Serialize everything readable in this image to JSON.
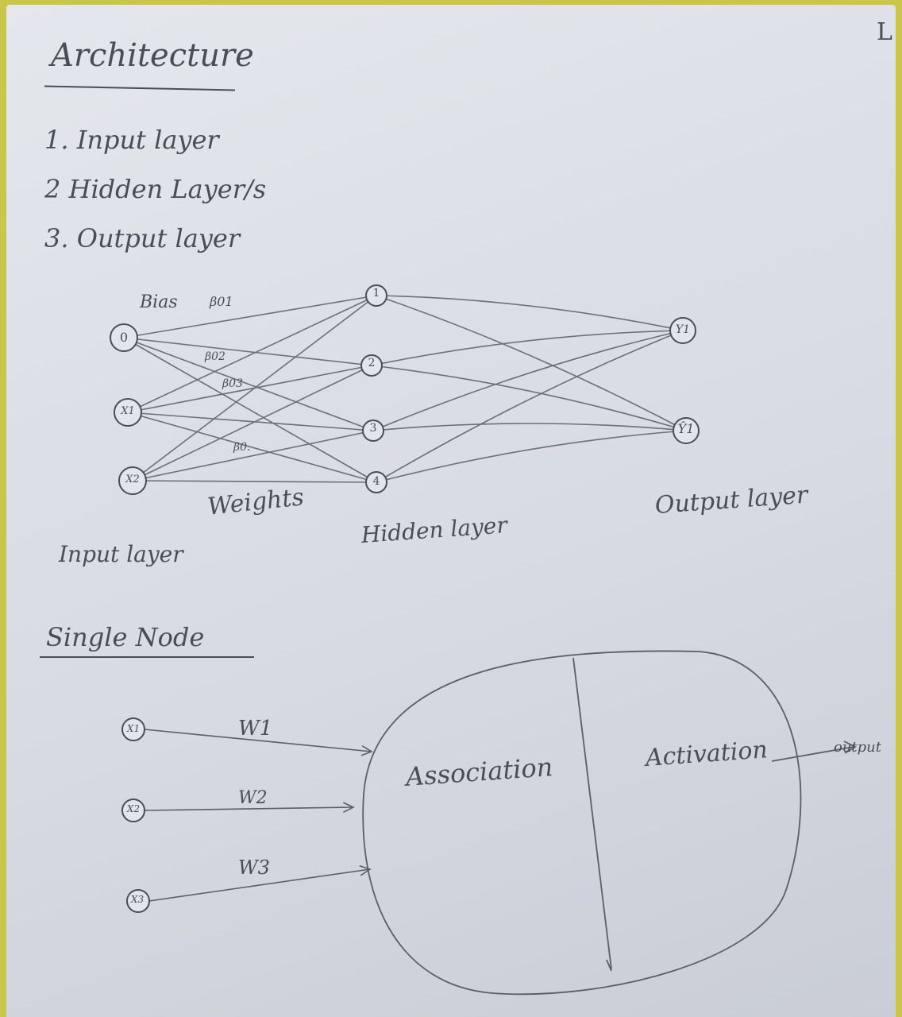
{
  "heading": "Architecture",
  "layer_list": [
    "1. Input layer",
    "2 Hidden Layer/s",
    "3. Output layer"
  ],
  "network": {
    "bias_label": "Bias",
    "bias_weights": [
      "β01",
      "β02",
      "β03",
      "β0."
    ],
    "input_nodes": [
      "0",
      "X1",
      "X2"
    ],
    "hidden_nodes": [
      "1",
      "2",
      "3",
      "4"
    ],
    "output_nodes": [
      "Y1",
      "Ŷ1"
    ],
    "weights_label": "Weights",
    "input_caption": "Input layer",
    "hidden_caption": "Hidden layer",
    "output_caption": "Output layer"
  },
  "single_node": {
    "heading": "Single Node",
    "inputs": [
      "X1",
      "X2",
      "X3"
    ],
    "weights": [
      "W1",
      "W2",
      "W3"
    ],
    "association_label": "Association",
    "activation_label": "Activation",
    "output_label": "output"
  },
  "corner_mark": "L"
}
